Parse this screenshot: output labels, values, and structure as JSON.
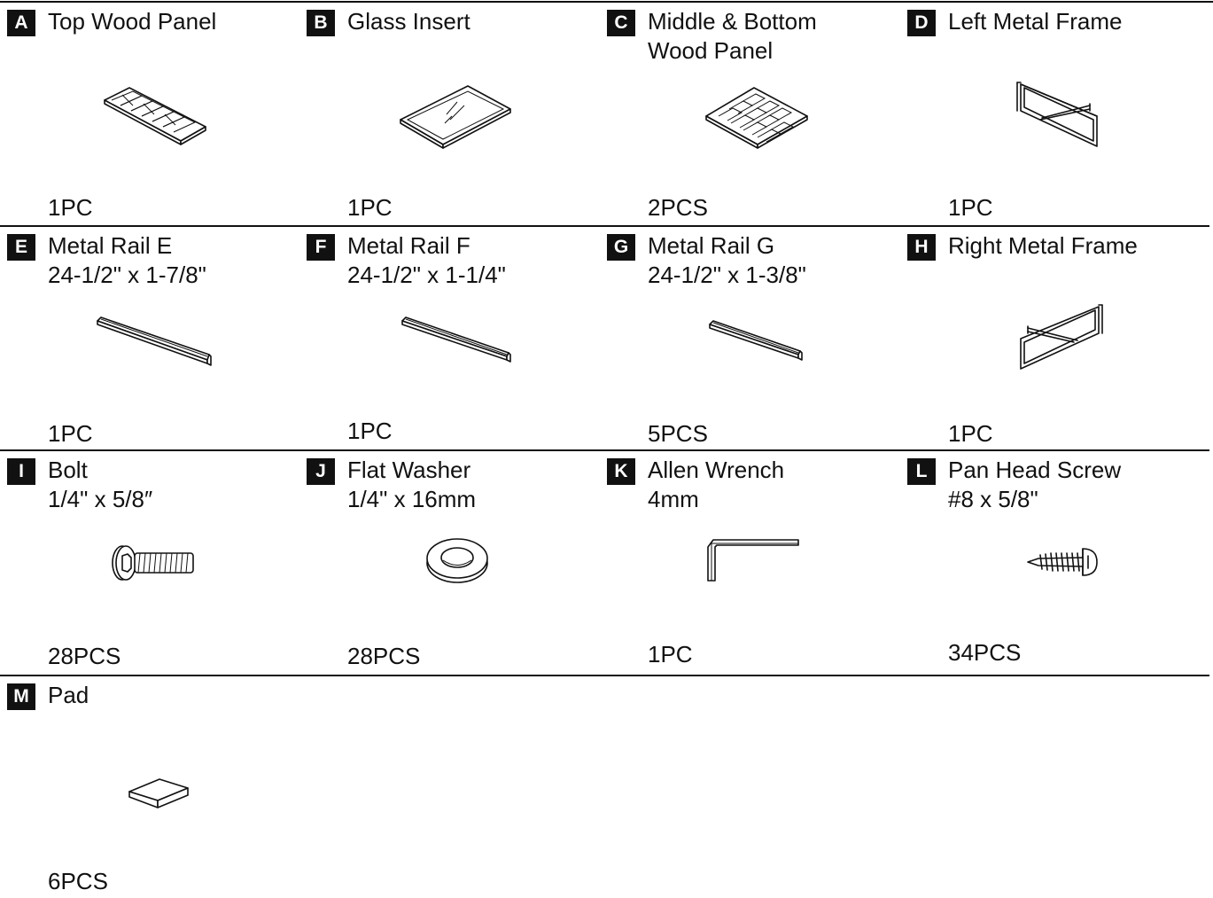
{
  "parts": [
    {
      "letter": "A",
      "name": "Top Wood Panel",
      "spec": "",
      "qty": "1PC",
      "icon": "wood-panel"
    },
    {
      "letter": "B",
      "name": "Glass Insert",
      "spec": "",
      "qty": "1PC",
      "icon": "glass-insert"
    },
    {
      "letter": "C",
      "name": "Middle & Bottom",
      "spec": "Wood Panel",
      "qty": "2PCS",
      "icon": "herringbone-panel"
    },
    {
      "letter": "D",
      "name": "Left Metal Frame",
      "spec": "",
      "qty": "1PC",
      "icon": "left-frame"
    },
    {
      "letter": "E",
      "name": "Metal Rail E",
      "spec": "24-1/2\" x 1-7/8\"",
      "qty": "1PC",
      "icon": "rail"
    },
    {
      "letter": "F",
      "name": "Metal Rail F",
      "spec": "24-1/2\" x 1-1/4\"",
      "qty": "1PC",
      "icon": "rail"
    },
    {
      "letter": "G",
      "name": "Metal Rail G",
      "spec": "24-1/2\" x 1-3/8\"",
      "qty": "5PCS",
      "icon": "rail"
    },
    {
      "letter": "H",
      "name": "Right Metal Frame",
      "spec": "",
      "qty": "1PC",
      "icon": "right-frame"
    },
    {
      "letter": "I",
      "name": "Bolt",
      "spec": "1/4\" x 5/8″",
      "qty": "28PCS",
      "icon": "bolt"
    },
    {
      "letter": "J",
      "name": "Flat Washer",
      "spec": "1/4\" x 16mm",
      "qty": "28PCS",
      "icon": "washer"
    },
    {
      "letter": "K",
      "name": "Allen Wrench",
      "spec": "4mm",
      "qty": "1PC",
      "icon": "allen-wrench"
    },
    {
      "letter": "L",
      "name": "Pan Head Screw",
      "spec": "#8 x 5/8\"",
      "qty": "34PCS",
      "icon": "screw"
    },
    {
      "letter": "M",
      "name": "Pad",
      "spec": "",
      "qty": "6PCS",
      "icon": "pad"
    }
  ]
}
